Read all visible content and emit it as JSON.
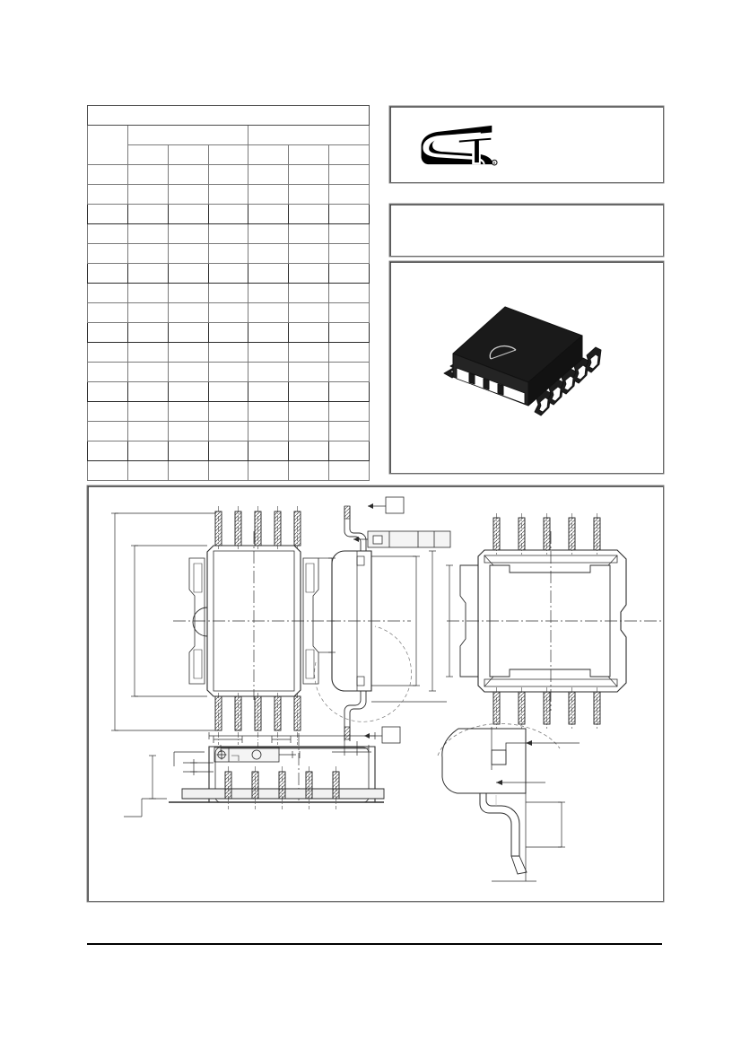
{
  "document": {
    "kind": "package-mechanical-data-sheet-page",
    "page_background": "#ffffff",
    "line_color": "#6b6b6b",
    "ink_color": "#111111"
  },
  "dimension_table": {
    "caption": "",
    "note": "",
    "col_group_headers": [
      "",
      "",
      ""
    ],
    "columns": [
      "",
      "",
      "",
      "",
      "",
      "",
      ""
    ],
    "rows": [
      [
        "",
        "",
        "",
        "",
        "",
        "",
        ""
      ],
      [
        "",
        "",
        "",
        "",
        "",
        "",
        ""
      ],
      [
        "",
        "",
        "",
        "",
        "",
        "",
        ""
      ],
      [
        "",
        "",
        "",
        "",
        "",
        "",
        ""
      ],
      [
        "",
        "",
        "",
        "",
        "",
        "",
        ""
      ],
      [
        "",
        "",
        "",
        "",
        "",
        "",
        ""
      ],
      [
        "",
        "",
        "",
        "",
        "",
        "",
        ""
      ],
      [
        "",
        "",
        "",
        "",
        "",
        "",
        ""
      ],
      [
        "",
        "",
        "",
        "",
        "",
        "",
        ""
      ],
      [
        "",
        "",
        "",
        "",
        "",
        "",
        ""
      ],
      [
        "",
        "",
        "",
        "",
        "",
        "",
        ""
      ],
      [
        "",
        "",
        "",
        "",
        "",
        "",
        ""
      ],
      [
        "",
        "",
        "",
        "",
        "",
        "",
        ""
      ],
      [
        "",
        "",
        "",
        "",
        "",
        "",
        ""
      ],
      [
        "",
        "",
        "",
        "",
        "",
        "",
        ""
      ],
      [
        "",
        "",
        "",
        "",
        "",
        "",
        ""
      ]
    ]
  },
  "logo_panel": {
    "logo_name": "st-logo",
    "logo_alt": "ST",
    "registered_mark": "®",
    "logo_color": "#000000"
  },
  "title_panel": {
    "title": "",
    "subtitle": ""
  },
  "photo_panel": {
    "image_name": "package-3d-photo",
    "package_body_color": "#1a1a1a",
    "lead_color": "#2b2b2b",
    "lead_count_right": 5,
    "lead_count_left": 5,
    "pin1_marker": "half-circle-notch"
  },
  "drawing_panel": {
    "views": [
      {
        "name": "top-view",
        "label": ""
      },
      {
        "name": "side-view",
        "label": ""
      },
      {
        "name": "bottom-view",
        "label": ""
      },
      {
        "name": "front-view",
        "label": ""
      },
      {
        "name": "lead-detail-view",
        "label": ""
      }
    ],
    "gdt_symbols": [
      "position-symbol",
      "circle-symbol",
      "square-symbol"
    ],
    "callout_boxes": [
      "",
      "",
      "",
      ""
    ],
    "dimension_labels": []
  },
  "footer": {
    "rule": true,
    "text": ""
  }
}
